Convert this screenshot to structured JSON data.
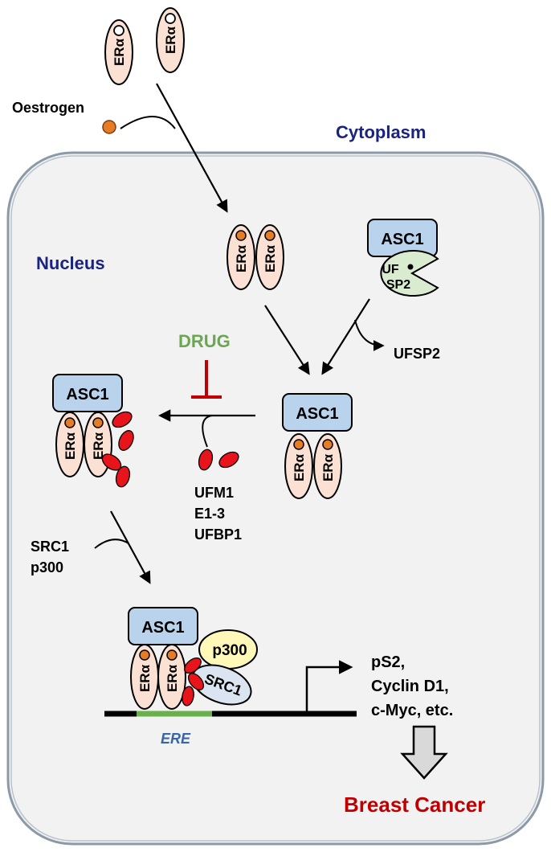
{
  "labels": {
    "oestrogen": "Oestrogen",
    "cytoplasm": "Cytoplasm",
    "nucleus": "Nucleus",
    "drug": "DRUG",
    "ufsp2_released": "UFSP2",
    "ufm1": "UFM1",
    "e1_3": "E1-3",
    "ufbp1": "UFBP1",
    "src1": "SRC1",
    "p300": "p300",
    "targets_line1": "pS2,",
    "targets_line2": "Cyclin D1,",
    "targets_line3": "c-Myc, etc.",
    "ere": "ERE",
    "breast_cancer": "Breast Cancer"
  },
  "proteins": {
    "er_alpha": "ERα",
    "asc1": "ASC1",
    "ufsp2_top": "UF",
    "ufsp2_bottom": "SP2",
    "p300": "p300",
    "src1": "SRC1"
  },
  "colors": {
    "cell_fill": "#f2f2f2",
    "cell_stroke": "#8c9aa8",
    "er_fill": "#fbe1d3",
    "asc1_fill": "#b9d3ec",
    "ufsp2_fill": "#d9ecd0",
    "p300_fill": "#fff8b8",
    "src1_fill": "#dbe5f1",
    "ufm1_red": "#e8141c",
    "oestrogen_orange": "#e67c25",
    "ere_green": "#6ab04c",
    "drug_green": "#6aa84f",
    "inhibit_red": "#c00000",
    "cytoplasm_blue": "#1a237e",
    "nucleus_blue": "#1a237e",
    "breast_cancer_red": "#c00000",
    "ere_text_blue": "#3a66a8"
  }
}
